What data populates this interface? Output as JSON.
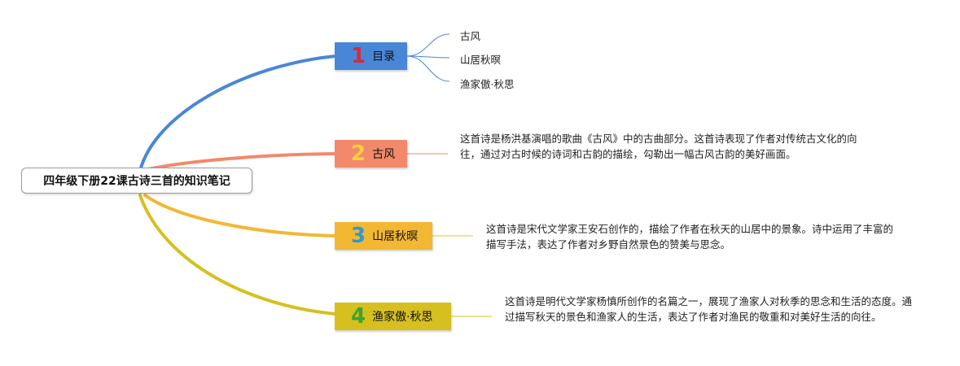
{
  "root": {
    "title": "四年级下册22课古诗三首的知识笔记"
  },
  "branches": [
    {
      "number": "1",
      "label": "目录",
      "color": "#4a86d8",
      "number_color": "#d42b3c",
      "children": [
        "古风",
        "山居秋暝",
        "渔家傲·秋思"
      ]
    },
    {
      "number": "2",
      "label": "古风",
      "color": "#f2896b",
      "number_color": "#f6d13a",
      "note": "这首诗是杨洪基演唱的歌曲《古风》中的古曲部分。这首诗表现了作者对传统古文化的向往，通过对古时候的诗词和古韵的描绘，勾勒出一幅古风古韵的美好画面。"
    },
    {
      "number": "3",
      "label": "山居秋暝",
      "color": "#f2b733",
      "number_color": "#2f98d6",
      "note": "这首诗是宋代文学家王安石创作的，描绘了作者在秋天的山居中的景象。诗中运用了丰富的描写手法，表达了作者对乡野自然景色的赞美与思念。"
    },
    {
      "number": "4",
      "label": "渔家傲·秋思",
      "color": "#d5c020",
      "number_color": "#3aa52e",
      "note": "这首诗是明代文学家杨慎所创作的名篇之一，展现了渔家人对秋季的思念和生活的态度。通过描写秋天的景色和渔家人的生活，表达了作者对渔民的敬重和对美好生活的向往。"
    }
  ]
}
